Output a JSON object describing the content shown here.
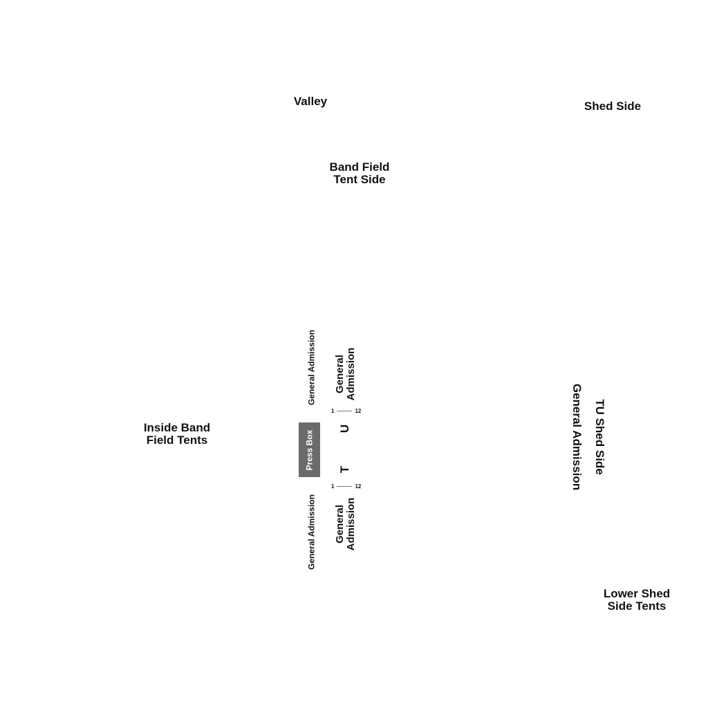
{
  "labels": {
    "valley": "Valley",
    "shed_side": "Shed Side",
    "band_field_tent_side": "Band Field\nTent Side",
    "inside_band_field_tents": "Inside Band\nField Tents",
    "lower_shed_side_tents": "Lower Shed\nSide Tents",
    "ga_thin_upper": "General Admission",
    "ga_thin_lower": "General Admission",
    "ga_stack_upper": "General\nAdmission",
    "ga_stack_lower": "General\nAdmission",
    "tu_shed_side": "TU Shed Side\nGeneral Admission",
    "press_box": "Press Box",
    "letter_u": "U",
    "letter_t": "T"
  },
  "scales": {
    "upper": {
      "start": "1",
      "end": "12"
    },
    "lower": {
      "start": "1",
      "end": "12"
    }
  },
  "colors": {
    "press_box": "#6b6b6b",
    "text": "#111111"
  }
}
